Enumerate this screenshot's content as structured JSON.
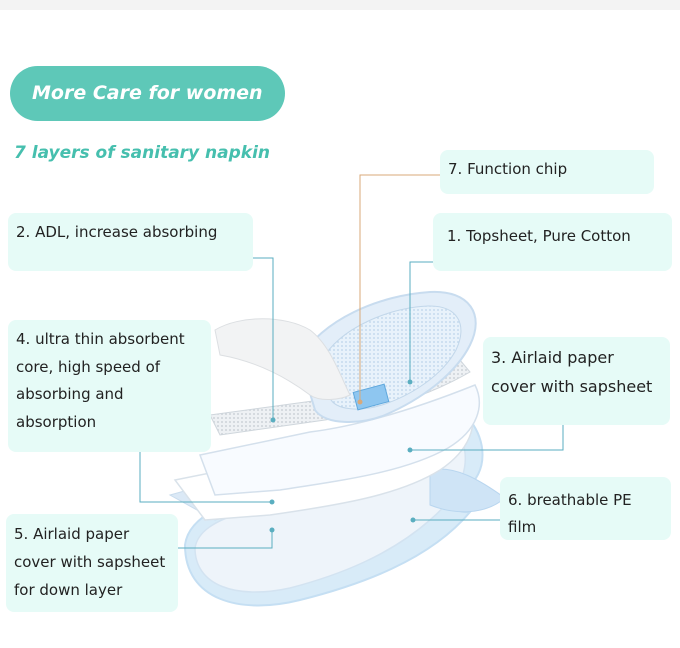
{
  "header": {
    "title": "More Care for women",
    "subtitle": "7 layers of sanitary napkin"
  },
  "callouts": {
    "function_chip": "7. Function chip",
    "adl": "2. ADL, increase absorbing",
    "topsheet": "1. Topsheet, Pure Cotton",
    "core": "4. ultra thin absorbent core, high speed of absorbing and absorption",
    "airlaid_top": "3. Airlaid paper cover with sapsheet",
    "pe_film": "6. breathable PE film",
    "airlaid_down": "5. Airlaid paper cover with sapsheet for down layer"
  },
  "colors": {
    "accent": "#5ec8b8",
    "callout_bg": "#e6fbf7",
    "leader_line": "#5aaec0",
    "chip_line": "#d9a97a"
  }
}
